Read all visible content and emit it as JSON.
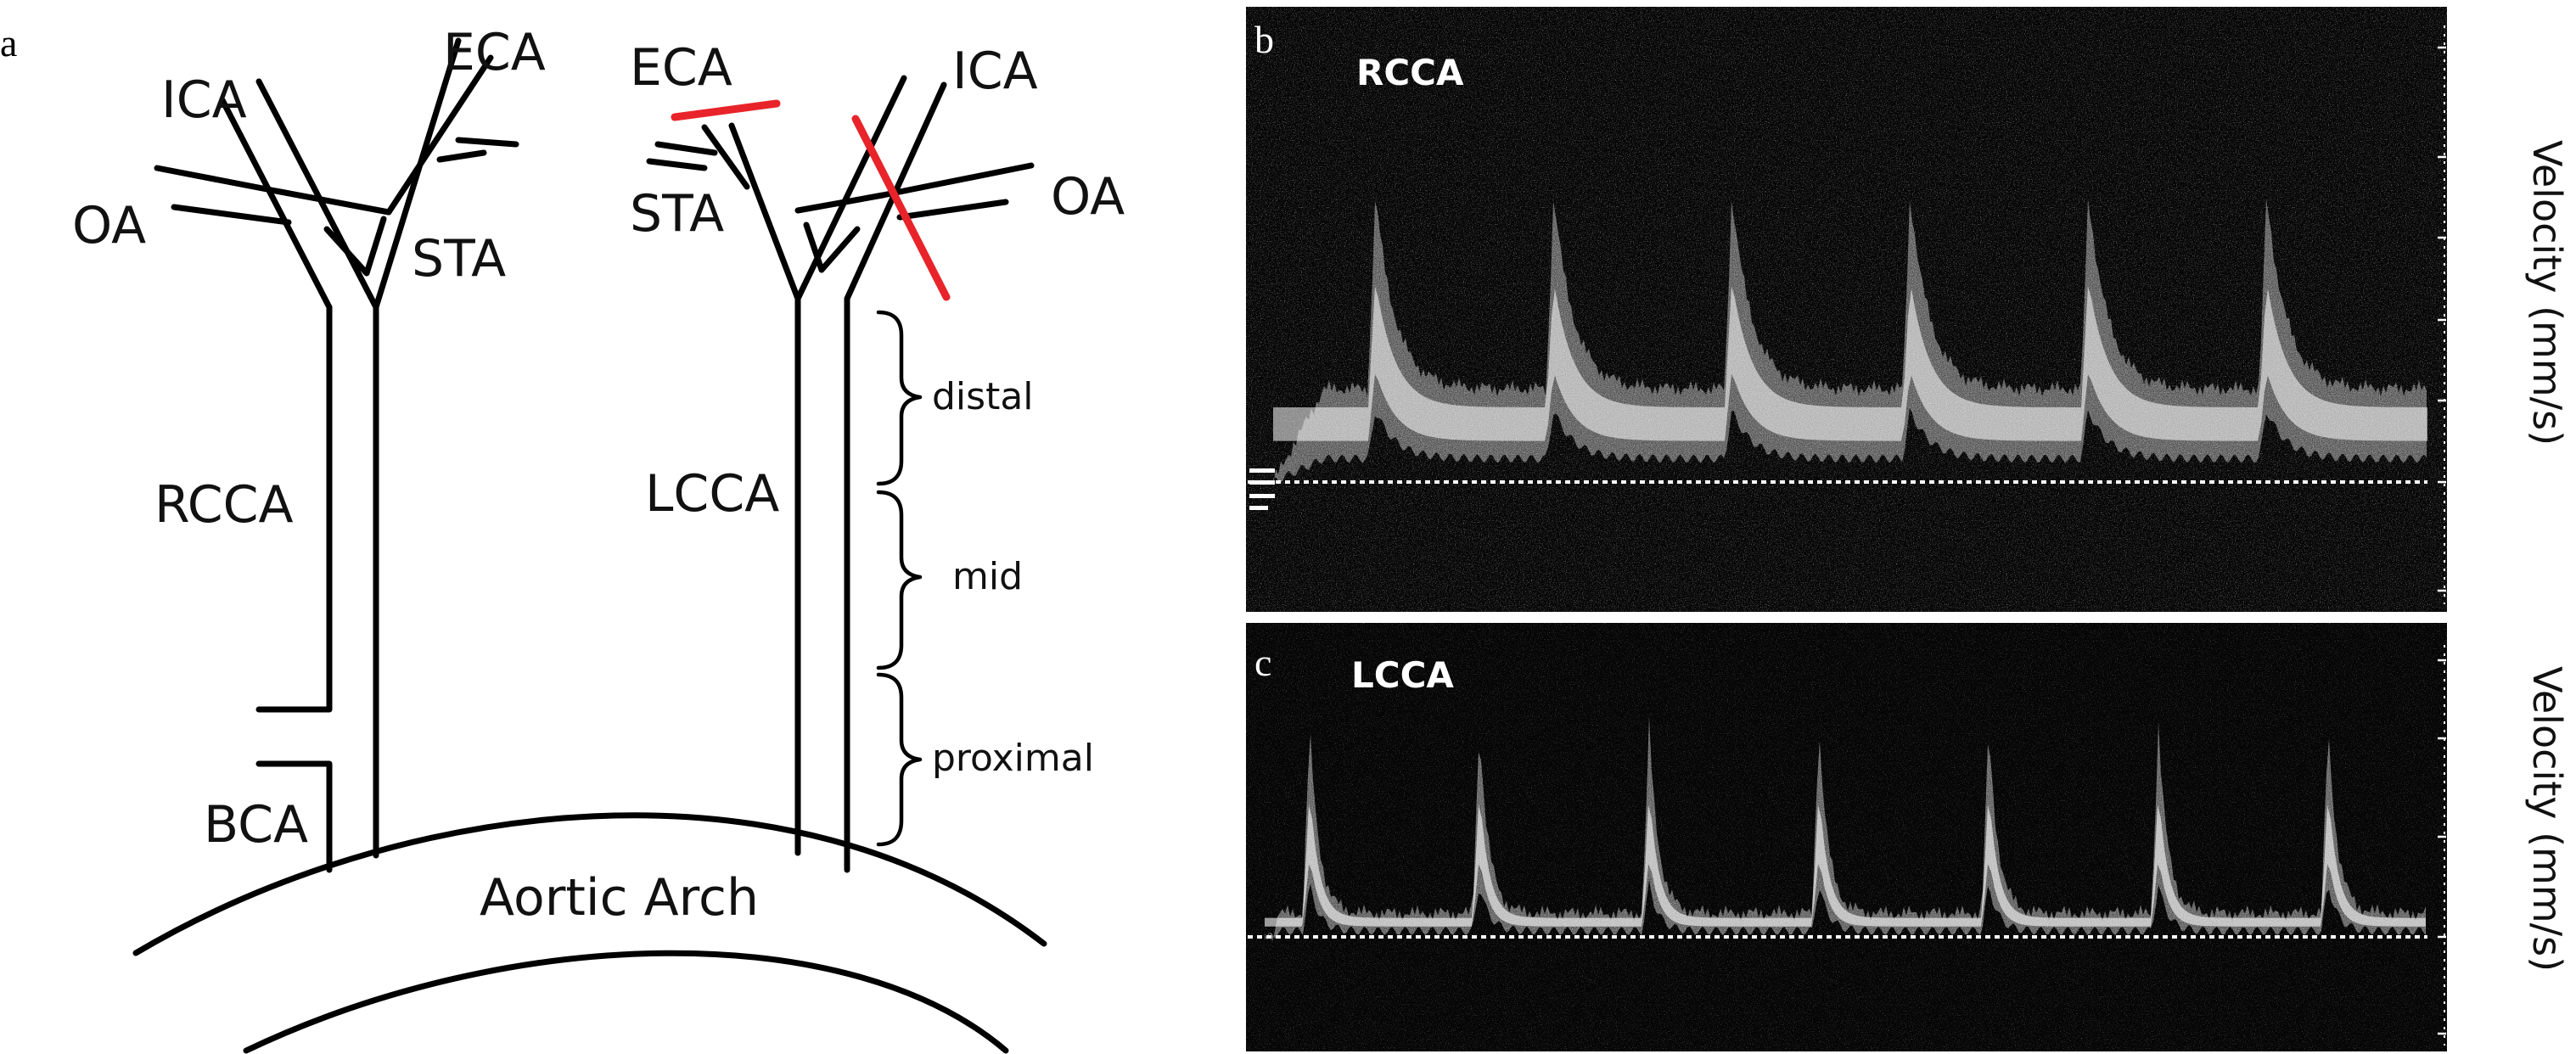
{
  "panels": {
    "a": {
      "letter": "a",
      "labels": {
        "ica_right": "ICA",
        "eca_right": "ECA",
        "oa_right": "OA",
        "sta_right": "STA",
        "rcca": "RCCA",
        "bca": "BCA",
        "eca_left": "ECA",
        "ica_left": "ICA",
        "sta_left": "STA",
        "oa_left": "OA",
        "lcca": "LCCA",
        "aortic_arch": "Aortic Arch"
      },
      "segments": [
        "distal",
        "mid",
        "proximal"
      ]
    },
    "b": {
      "letter": "b",
      "vessel": "RCCA",
      "axis_label": "Velocity (mm/s)",
      "ticks": [
        "-537",
        "-400",
        "-300",
        "-200",
        "-100",
        "0",
        "134"
      ]
    },
    "c": {
      "letter": "c",
      "vessel": "LCCA",
      "axis_label": "Velocity (mm/s)",
      "ticks": [
        "420",
        "300",
        "150",
        "0",
        "-150"
      ]
    }
  },
  "colors": {
    "ligation": "#e8242a",
    "doppler_bg": "#050505",
    "baseline": "#ffffff"
  }
}
